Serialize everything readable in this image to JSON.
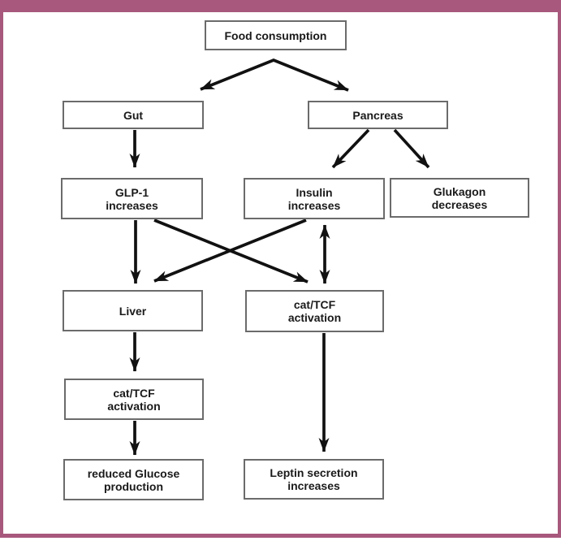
{
  "figure": {
    "type": "flowchart",
    "frame_color": "#a8587c",
    "background_color": "#ffffff",
    "box_border_color": "#6b6b6b",
    "arrow_color": "#111111",
    "text_color": "#1a1a1a"
  },
  "nodes": {
    "food": {
      "line1": "Food consumption"
    },
    "gut": {
      "line1": "Gut"
    },
    "pancreas": {
      "line1": "Pancreas"
    },
    "glp1": {
      "line1": "GLP-1",
      "line2": "increases"
    },
    "insulin": {
      "line1": "Insulin",
      "line2": "increases"
    },
    "glukagon": {
      "line1": "Glukagon",
      "line2": "decreases"
    },
    "liver": {
      "line1": "Liver"
    },
    "cattcf_left": {
      "line1": "cat/TCF",
      "line2": "activation"
    },
    "cattcf_right": {
      "line1": "cat/TCF",
      "line2": "activation"
    },
    "reduced_glucose": {
      "line1": "reduced Glucose",
      "line2": "production"
    },
    "leptin": {
      "line1": "Leptin secretion",
      "line2": "increases"
    }
  },
  "edges": [
    {
      "from": "food",
      "to": "gut",
      "style": "arrow"
    },
    {
      "from": "food",
      "to": "pancreas",
      "style": "arrow"
    },
    {
      "from": "gut",
      "to": "glp1",
      "style": "arrow"
    },
    {
      "from": "pancreas",
      "to": "insulin",
      "style": "arrow"
    },
    {
      "from": "pancreas",
      "to": "glukagon",
      "style": "arrow"
    },
    {
      "from": "glp1",
      "to": "liver",
      "style": "arrow"
    },
    {
      "from": "glp1",
      "to": "cattcf_right",
      "style": "arrow"
    },
    {
      "from": "insulin",
      "to": "liver",
      "style": "arrow"
    },
    {
      "from": "insulin",
      "to": "cattcf_right",
      "style": "double-arrow"
    },
    {
      "from": "liver",
      "to": "cattcf_left",
      "style": "arrow"
    },
    {
      "from": "cattcf_left",
      "to": "reduced_glucose",
      "style": "arrow"
    },
    {
      "from": "cattcf_right",
      "to": "leptin",
      "style": "arrow"
    }
  ]
}
